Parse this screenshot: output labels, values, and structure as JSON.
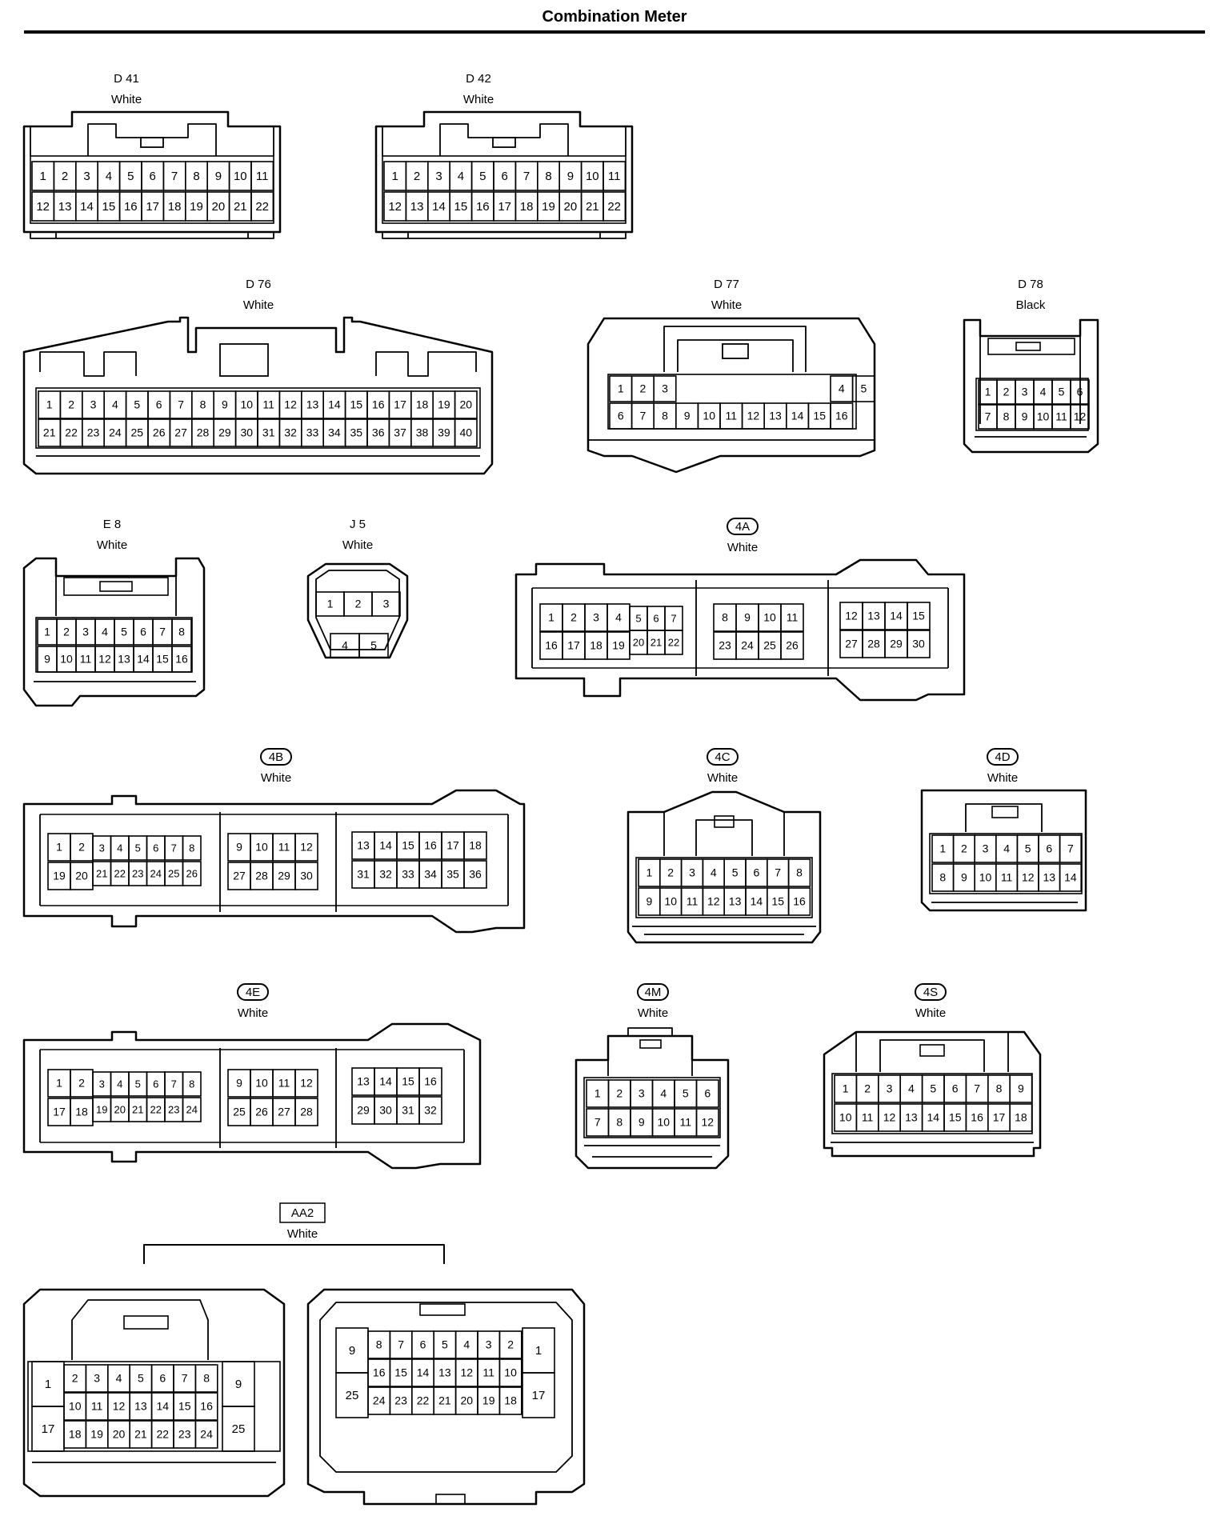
{
  "page": {
    "title": "Combination Meter"
  },
  "connectors": [
    {
      "id": "D 41",
      "color": "White",
      "badge": "none",
      "rows": [
        [
          "1",
          "2",
          "3",
          "4",
          "5",
          "6",
          "7",
          "8",
          "9",
          "10",
          "11"
        ],
        [
          "12",
          "13",
          "14",
          "15",
          "16",
          "17",
          "18",
          "19",
          "20",
          "21",
          "22"
        ]
      ]
    },
    {
      "id": "D 42",
      "color": "White",
      "badge": "none",
      "rows": [
        [
          "1",
          "2",
          "3",
          "4",
          "5",
          "6",
          "7",
          "8",
          "9",
          "10",
          "11"
        ],
        [
          "12",
          "13",
          "14",
          "15",
          "16",
          "17",
          "18",
          "19",
          "20",
          "21",
          "22"
        ]
      ]
    },
    {
      "id": "D 76",
      "color": "White",
      "badge": "none",
      "rows": [
        [
          "1",
          "2",
          "3",
          "4",
          "5",
          "6",
          "7",
          "8",
          "9",
          "10",
          "11",
          "12",
          "13",
          "14",
          "15",
          "16",
          "17",
          "18",
          "19",
          "20"
        ],
        [
          "21",
          "22",
          "23",
          "24",
          "25",
          "26",
          "27",
          "28",
          "29",
          "30",
          "31",
          "32",
          "33",
          "34",
          "35",
          "36",
          "37",
          "38",
          "39",
          "40"
        ]
      ]
    },
    {
      "id": "D 77",
      "color": "White",
      "badge": "none",
      "rows": [
        [
          "1",
          "2",
          "3",
          "",
          "",
          "",
          "",
          "",
          "",
          "",
          "4",
          "5"
        ],
        [
          "6",
          "7",
          "8",
          "9",
          "10",
          "11",
          "12",
          "13",
          "14",
          "15",
          "16"
        ]
      ]
    },
    {
      "id": "D 78",
      "color": "Black",
      "badge": "none",
      "rows": [
        [
          "1",
          "2",
          "3",
          "4",
          "5",
          "6"
        ],
        [
          "7",
          "8",
          "9",
          "10",
          "11",
          "12"
        ]
      ]
    },
    {
      "id": "E 8",
      "color": "White",
      "badge": "none",
      "rows": [
        [
          "1",
          "2",
          "3",
          "4",
          "5",
          "6",
          "7",
          "8"
        ],
        [
          "9",
          "10",
          "11",
          "12",
          "13",
          "14",
          "15",
          "16"
        ]
      ]
    },
    {
      "id": "J 5",
      "color": "White",
      "badge": "none",
      "rows": [
        [
          "1",
          "2",
          "3"
        ],
        [
          "4",
          "5"
        ]
      ]
    },
    {
      "id": "4A",
      "color": "White",
      "badge": "oval",
      "groups": [
        [
          [
            "1",
            "2",
            "3",
            "4",
            "5",
            "6",
            "7"
          ],
          [
            "16",
            "17",
            "18",
            "19",
            "20",
            "21",
            "22"
          ]
        ],
        [
          [
            "8",
            "9",
            "10",
            "11"
          ],
          [
            "23",
            "24",
            "25",
            "26"
          ]
        ],
        [
          [
            "12",
            "13",
            "14",
            "15"
          ],
          [
            "27",
            "28",
            "29",
            "30"
          ]
        ]
      ]
    },
    {
      "id": "4B",
      "color": "White",
      "badge": "oval",
      "groups": [
        [
          [
            "1",
            "2",
            "3",
            "4",
            "5",
            "6",
            "7",
            "8"
          ],
          [
            "19",
            "20",
            "21",
            "22",
            "23",
            "24",
            "25",
            "26"
          ]
        ],
        [
          [
            "9",
            "10",
            "11",
            "12"
          ],
          [
            "27",
            "28",
            "29",
            "30"
          ]
        ],
        [
          [
            "13",
            "14",
            "15",
            "16",
            "17",
            "18"
          ],
          [
            "31",
            "32",
            "33",
            "34",
            "35",
            "36"
          ]
        ]
      ]
    },
    {
      "id": "4C",
      "color": "White",
      "badge": "oval",
      "rows": [
        [
          "1",
          "2",
          "3",
          "4",
          "5",
          "6",
          "7",
          "8"
        ],
        [
          "9",
          "10",
          "11",
          "12",
          "13",
          "14",
          "15",
          "16"
        ]
      ]
    },
    {
      "id": "4D",
      "color": "White",
      "badge": "oval",
      "rows": [
        [
          "1",
          "2",
          "3",
          "4",
          "5",
          "6",
          "7"
        ],
        [
          "8",
          "9",
          "10",
          "11",
          "12",
          "13",
          "14"
        ]
      ]
    },
    {
      "id": "4E",
      "color": "White",
      "badge": "oval",
      "groups": [
        [
          [
            "1",
            "2",
            "3",
            "4",
            "5",
            "6",
            "7",
            "8"
          ],
          [
            "17",
            "18",
            "19",
            "20",
            "21",
            "22",
            "23",
            "24"
          ]
        ],
        [
          [
            "9",
            "10",
            "11",
            "12"
          ],
          [
            "25",
            "26",
            "27",
            "28"
          ]
        ],
        [
          [
            "13",
            "14",
            "15",
            "16"
          ],
          [
            "29",
            "30",
            "31",
            "32"
          ]
        ]
      ]
    },
    {
      "id": "4M",
      "color": "White",
      "badge": "oval",
      "rows": [
        [
          "1",
          "2",
          "3",
          "4",
          "5",
          "6"
        ],
        [
          "7",
          "8",
          "9",
          "10",
          "11",
          "12"
        ]
      ]
    },
    {
      "id": "4S",
      "color": "White",
      "badge": "oval",
      "rows": [
        [
          "1",
          "2",
          "3",
          "4",
          "5",
          "6",
          "7",
          "8",
          "9"
        ],
        [
          "10",
          "11",
          "12",
          "13",
          "14",
          "15",
          "16",
          "17",
          "18"
        ]
      ]
    },
    {
      "id": "AA2",
      "color": "White",
      "badge": "box",
      "left": {
        "side_l": [
          "1",
          "17"
        ],
        "rows": [
          [
            "2",
            "3",
            "4",
            "5",
            "6",
            "7",
            "8"
          ],
          [
            "10",
            "11",
            "12",
            "13",
            "14",
            "15",
            "16"
          ],
          [
            "18",
            "19",
            "20",
            "21",
            "22",
            "23",
            "24"
          ]
        ],
        "side_r": [
          "9",
          "25"
        ]
      },
      "right": {
        "side_l": [
          "9",
          "25"
        ],
        "rows": [
          [
            "8",
            "7",
            "6",
            "5",
            "4",
            "3",
            "2"
          ],
          [
            "16",
            "15",
            "14",
            "13",
            "12",
            "11",
            "10"
          ],
          [
            "24",
            "23",
            "22",
            "21",
            "20",
            "19",
            "18"
          ]
        ],
        "side_r": [
          "1",
          "17"
        ]
      }
    }
  ]
}
